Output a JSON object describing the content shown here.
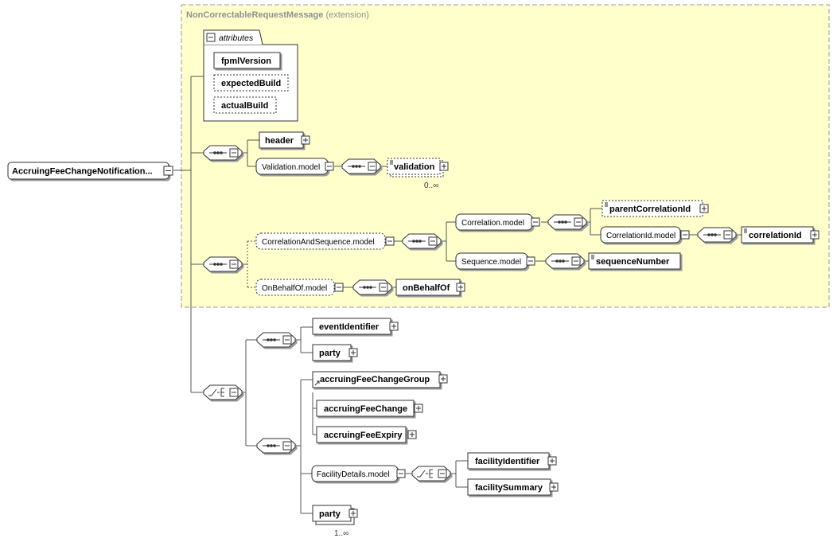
{
  "extension": {
    "name": "NonCorrectableRequestMessage",
    "suffix": "(extension)"
  },
  "attributes": {
    "title": "attributes",
    "items": [
      "fpmlVersion",
      "expectedBuild",
      "actualBuild"
    ]
  },
  "root": "AccruingFeeChangeNotification...",
  "elements": {
    "header": "header",
    "validation_model": "Validation.model",
    "validation": "validation",
    "validation_card": "0..∞",
    "correlation_and_sequence_model": "CorrelationAndSequence.model",
    "correlation_model": "Correlation.model",
    "parent_correlation_id": "parentCorrelationId",
    "correlation_id_model": "CorrelationId.model",
    "correlation_id": "correlationId",
    "sequence_model": "Sequence.model",
    "sequence_number": "sequenceNumber",
    "on_behalf_of_model": "OnBehalfOf.model",
    "on_behalf_of": "onBehalfOf",
    "event_identifier": "eventIdentifier",
    "party": "party",
    "accruing_fee_change_group": "accruingFeeChangeGroup",
    "accruing_fee_change": "accruingFeeChange",
    "accruing_fee_expiry": "accruingFeeExpiry",
    "facility_details_model": "FacilityDetails.model",
    "facility_identifier": "facilityIdentifier",
    "facility_summary": "facilitySummary",
    "party2": "party",
    "party2_card": "1..∞"
  },
  "colors": {
    "extension_fill": "#ffffcc",
    "extension_border": "#999999",
    "line": "#555555"
  }
}
